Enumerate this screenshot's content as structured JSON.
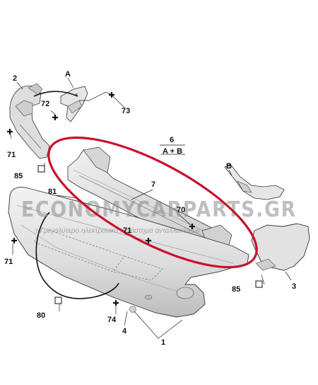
{
  "diagram": {
    "callouts": {
      "c2": "2",
      "cA": "A",
      "c72": "72",
      "c73": "73",
      "c71_left": "71",
      "c85_left": "85",
      "c6": "6",
      "c6_sub": "A + B",
      "cB": "B",
      "c7": "7",
      "c81": "81",
      "c70": "70",
      "c71_mid": "71",
      "c71_bottom_left": "71",
      "c85_right": "85",
      "c3": "3",
      "c80": "80",
      "c74": "74",
      "c4": "4",
      "c1": "1"
    },
    "watermark": {
      "main": "ECONOMYCARPARTS.GR",
      "sub": "το μεγαλύτερο ηλεκτρονικό κατάστημα ανταλλακτικών"
    },
    "highlight_color": "#c8102e",
    "part_fill": "#e2e2e2",
    "part_stroke": "#333333"
  }
}
